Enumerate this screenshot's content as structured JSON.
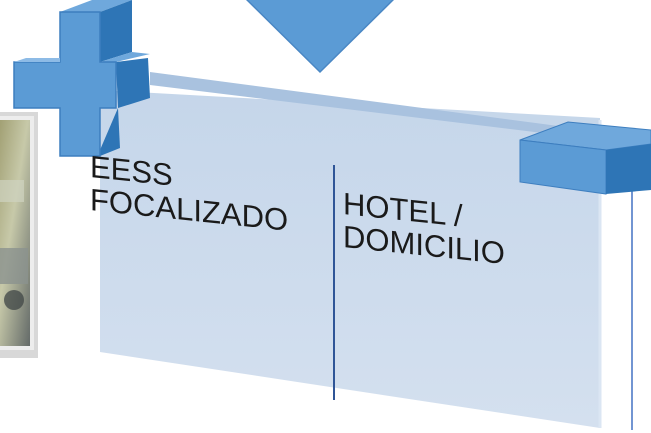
{
  "panel": {
    "left_label_line1": "EESS",
    "left_label_line2": "FOCALIZADO",
    "right_label_line1": "HOTEL /",
    "right_label_line2": "DOMICILIO"
  },
  "colors": {
    "panel_fill": "#c5d6ea",
    "accent_blue": "#5b9bd5",
    "accent_dark": "#2e75b6",
    "divider": "#2f5597",
    "text": "#1a1a1a"
  },
  "icons": [
    "medical-cross-icon",
    "down-arrow-icon",
    "block-icon",
    "ambulance-photo"
  ]
}
